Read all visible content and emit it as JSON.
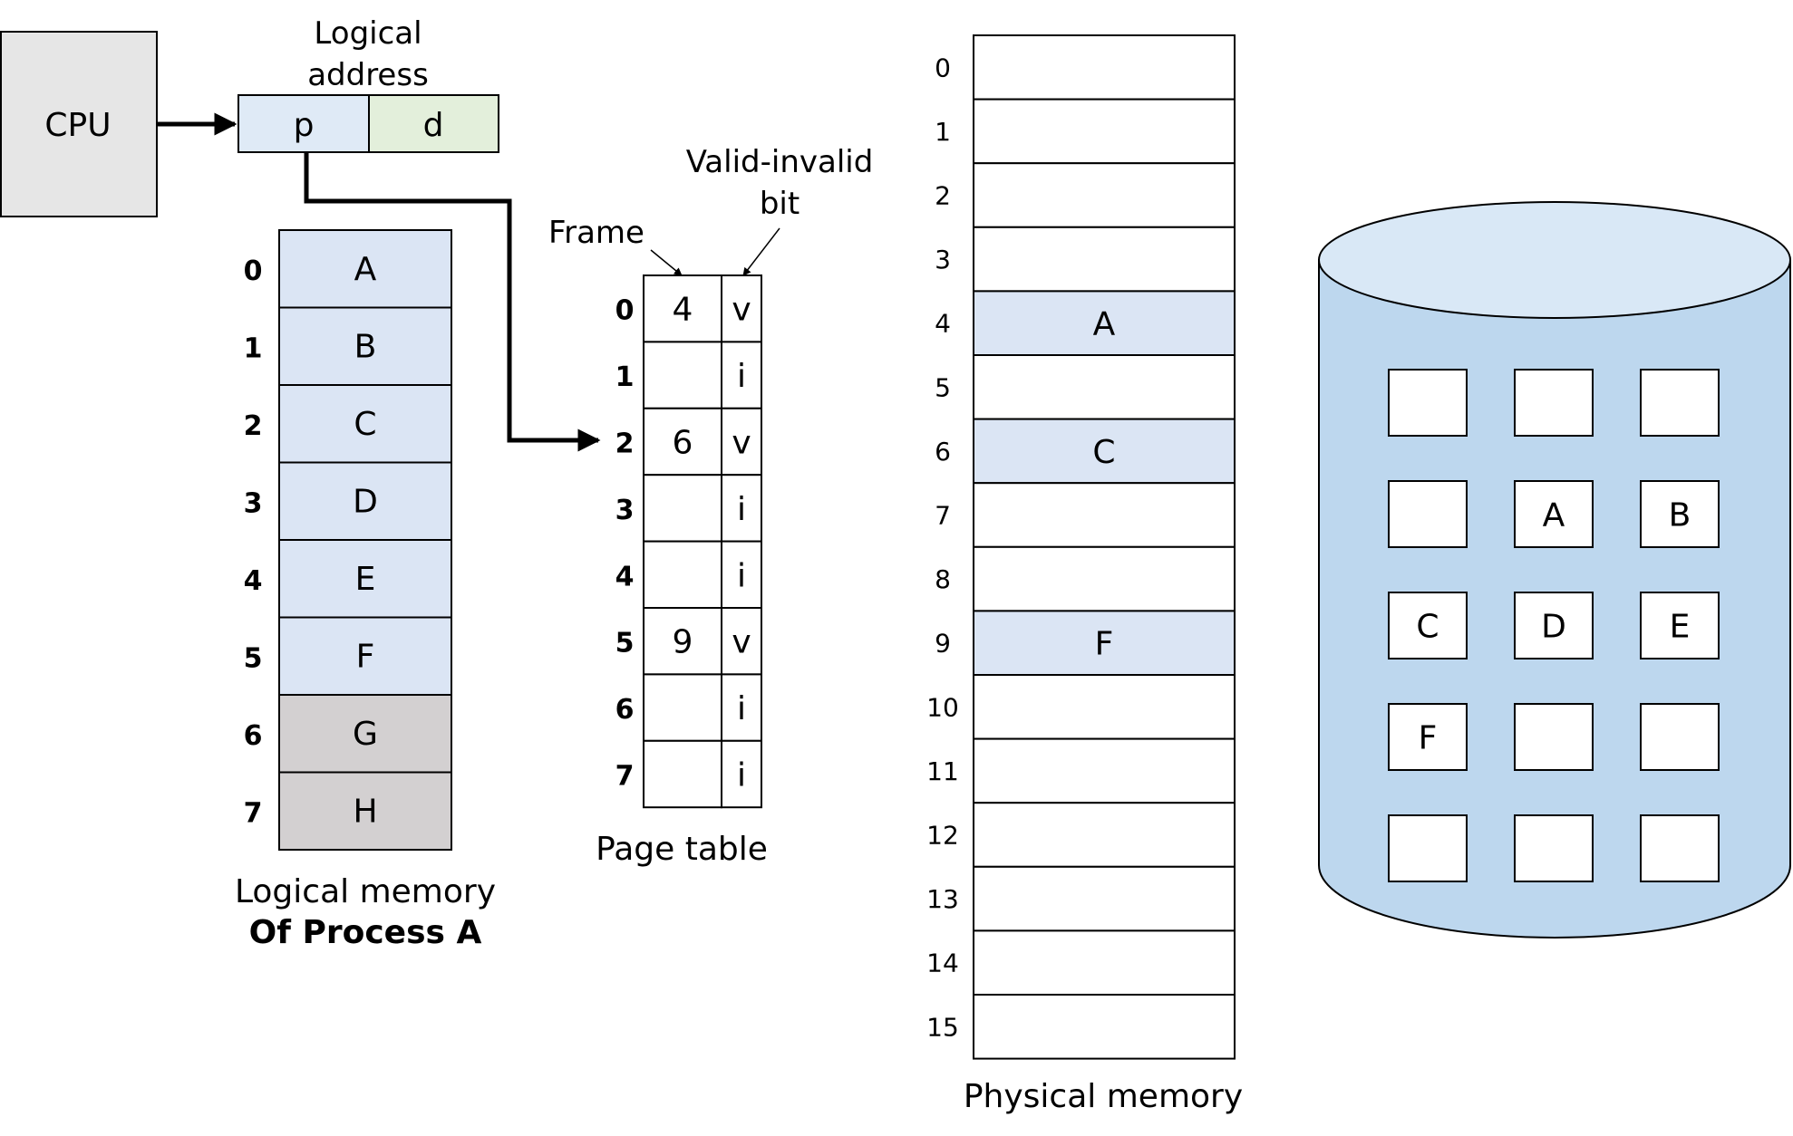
{
  "cpu": {
    "label": "CPU"
  },
  "logical_address": {
    "title_line1": "Logical",
    "title_line2": "address",
    "p": "p",
    "d": "d"
  },
  "logical_memory": {
    "caption_line1": "Logical memory",
    "caption_line2": "Of Process A",
    "pages": [
      {
        "index": "0",
        "label": "A",
        "color": "#dbe5f4"
      },
      {
        "index": "1",
        "label": "B",
        "color": "#dbe5f4"
      },
      {
        "index": "2",
        "label": "C",
        "color": "#dbe5f4"
      },
      {
        "index": "3",
        "label": "D",
        "color": "#dbe5f4"
      },
      {
        "index": "4",
        "label": "E",
        "color": "#dbe5f4"
      },
      {
        "index": "5",
        "label": "F",
        "color": "#dbe5f4"
      },
      {
        "index": "6",
        "label": "G",
        "color": "#d3d0d1"
      },
      {
        "index": "7",
        "label": "H",
        "color": "#d3d0d1"
      }
    ]
  },
  "page_table": {
    "caption": "Page table",
    "frame_label": "Frame",
    "valid_label_line1": "Valid-invalid",
    "valid_label_line2": "bit",
    "rows": [
      {
        "index": "0",
        "frame": "4",
        "bit": "v"
      },
      {
        "index": "1",
        "frame": "",
        "bit": "i"
      },
      {
        "index": "2",
        "frame": "6",
        "bit": "v"
      },
      {
        "index": "3",
        "frame": "",
        "bit": "i"
      },
      {
        "index": "4",
        "frame": "",
        "bit": "i"
      },
      {
        "index": "5",
        "frame": "9",
        "bit": "v"
      },
      {
        "index": "6",
        "frame": "",
        "bit": "i"
      },
      {
        "index": "7",
        "frame": "",
        "bit": "i"
      }
    ]
  },
  "physical_memory": {
    "caption": "Physical memory",
    "frames": [
      {
        "index": "0",
        "label": ""
      },
      {
        "index": "1",
        "label": ""
      },
      {
        "index": "2",
        "label": ""
      },
      {
        "index": "3",
        "label": ""
      },
      {
        "index": "4",
        "label": "A"
      },
      {
        "index": "5",
        "label": ""
      },
      {
        "index": "6",
        "label": "C"
      },
      {
        "index": "7",
        "label": ""
      },
      {
        "index": "8",
        "label": ""
      },
      {
        "index": "9",
        "label": "F"
      },
      {
        "index": "10",
        "label": ""
      },
      {
        "index": "11",
        "label": ""
      },
      {
        "index": "12",
        "label": ""
      },
      {
        "index": "13",
        "label": ""
      },
      {
        "index": "14",
        "label": ""
      },
      {
        "index": "15",
        "label": ""
      }
    ]
  },
  "disk": {
    "blocks": [
      "",
      "",
      "",
      "",
      "A",
      "B",
      "C",
      "D",
      "E",
      "F",
      "",
      "",
      "",
      "",
      ""
    ]
  },
  "colors": {
    "cpu_fill": "#e6e6e6",
    "p_fill": "#dfeaf6",
    "d_fill": "#e3efdb",
    "loaded_fill": "#dbe5f4",
    "disk_body": "#bdd7ee",
    "disk_top": "#d9e8f6"
  }
}
